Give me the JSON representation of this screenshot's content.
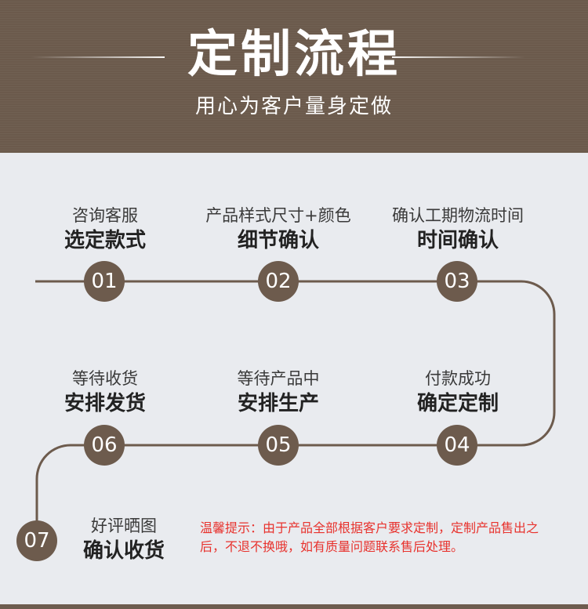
{
  "header": {
    "title": "定制流程",
    "subtitle": "用心为客户量身定做"
  },
  "steps": [
    {
      "num": "01",
      "small": "咨询客服",
      "big": "选定款式"
    },
    {
      "num": "02",
      "small": "产品样式尺寸+颜色",
      "big": "细节确认"
    },
    {
      "num": "03",
      "small": "确认工期物流时间",
      "big": "时间确认"
    },
    {
      "num": "04",
      "small": "付款成功",
      "big": "确定定制"
    },
    {
      "num": "05",
      "small": "等待产品中",
      "big": "安排生产"
    },
    {
      "num": "06",
      "small": "等待收货",
      "big": "安排发货"
    },
    {
      "num": "07",
      "small": "好评晒图",
      "big": "确认收货"
    }
  ],
  "notice": "温馨提示：由于产品全部根据客户要求定制，定制产品售出之后，不退不换哦，如有质量问题联系售后处理。",
  "colors": {
    "header_bg": "#6d5c4e",
    "body_bg": "#e9ebef",
    "circle": "#6d5b4d",
    "notice": "#e8322d"
  }
}
